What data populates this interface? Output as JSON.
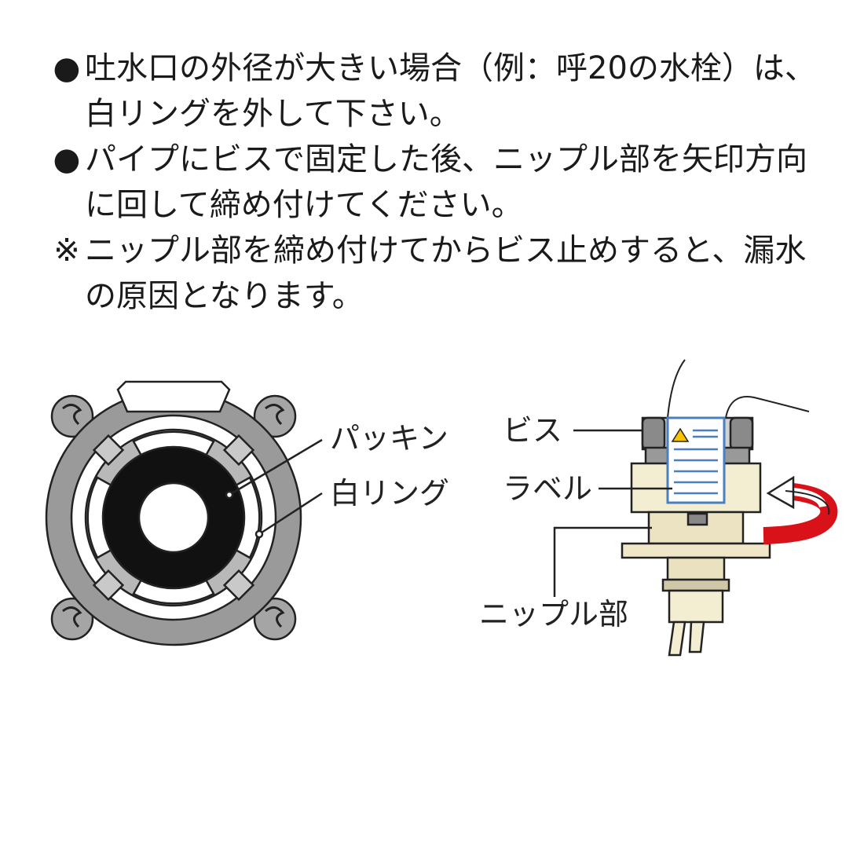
{
  "notes": [
    {
      "mark": "●",
      "lines": [
        "吐水口の外径が大きい場合（例：呼20の水栓）は、",
        "白リングを外して下さい。"
      ]
    },
    {
      "mark": "●",
      "lines": [
        "パイプにビスで固定した後、ニップル部を矢印方向",
        "に回して締め付けてください。"
      ]
    },
    {
      "mark": "※",
      "lines": [
        "ニップル部を締め付けてからビス止めすると、漏水",
        "の原因となります。"
      ]
    }
  ],
  "diagram": {
    "left_labels": {
      "packing": "パッキン",
      "white_ring": "白リング"
    },
    "right_labels": {
      "screw": "ビス",
      "label": "ラベル",
      "nipple": "ニップル部"
    }
  },
  "colors": {
    "ring_gray": "#9a9a9a",
    "packing_black": "#111111",
    "body_cream": "#f3edd2",
    "label_blue": "#4a7fc0",
    "arrow_red": "#d9121a"
  }
}
